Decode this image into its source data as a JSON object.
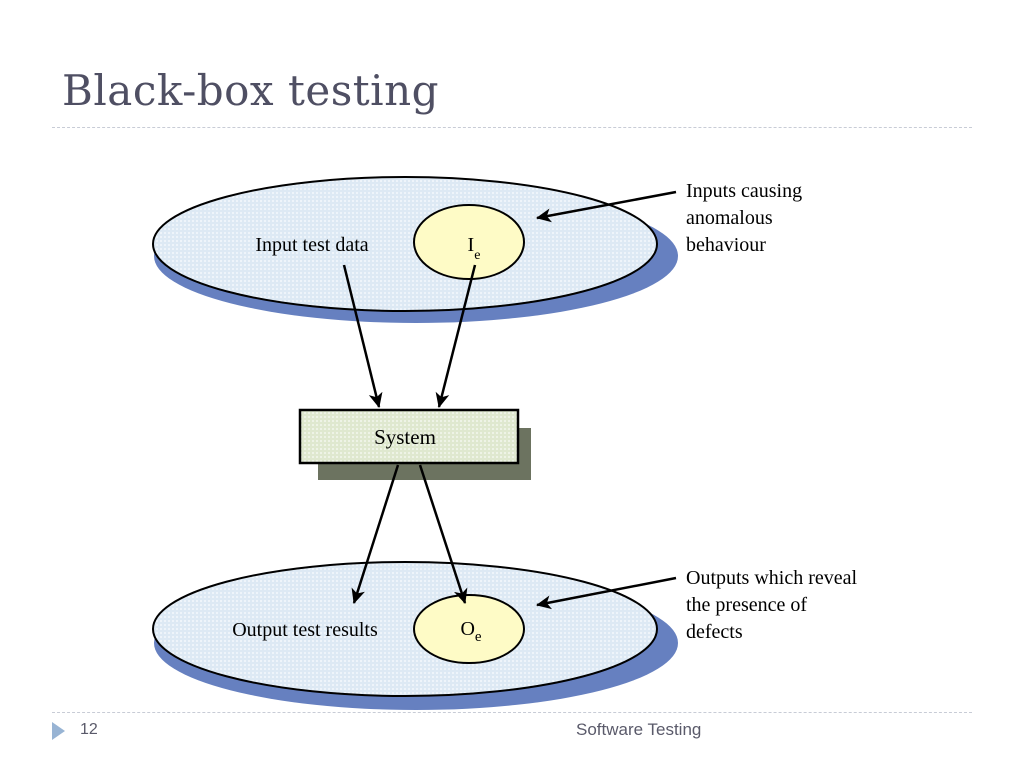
{
  "slide": {
    "title": "Black-box testing",
    "page_number": "12",
    "footer_title": "Software Testing"
  },
  "diagram": {
    "input_set_label": "Input test data",
    "input_subset_label": "I",
    "input_subset_subscript": "e",
    "system_label": "System",
    "output_set_label": "Output test results",
    "output_subset_label": "O",
    "output_subset_subscript": "e",
    "input_annotation": [
      "Inputs causing",
      "anomalous",
      "behaviour"
    ],
    "output_annotation": [
      "Outputs which reveal",
      "the presence of",
      "defects"
    ]
  },
  "colors": {
    "ellipse_fill": "#dde9f4",
    "ellipse_shadow": "#6680c0",
    "subset_fill": "#fefbc6",
    "system_fill": "#dfe8cf",
    "system_shadow": "#6c7360",
    "title": "#4f4f63",
    "footer_arrow": "#98b4d4"
  }
}
